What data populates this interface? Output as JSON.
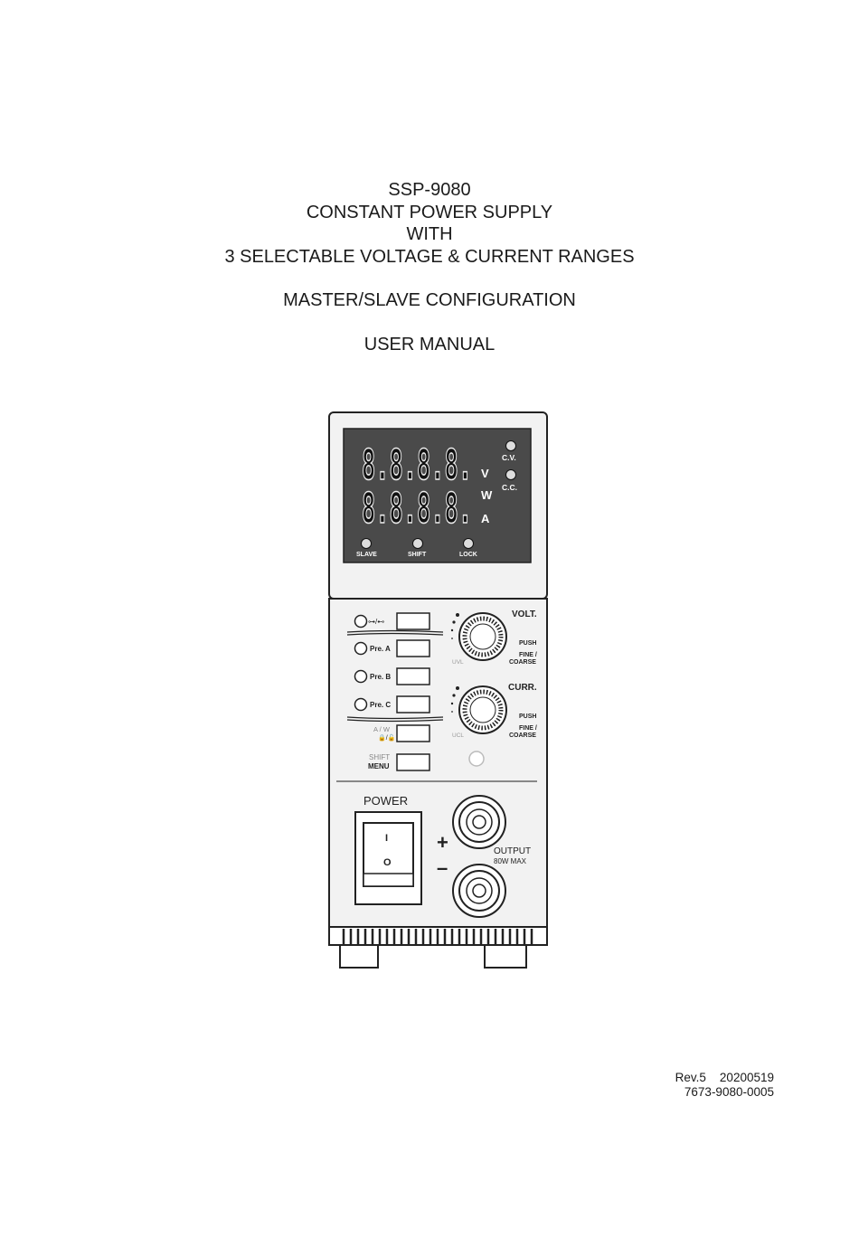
{
  "title": {
    "model": "SSP-9080",
    "line2": "CONSTANT POWER SUPPLY",
    "line3": "WITH",
    "line4": "3 SELECTABLE VOLTAGE & CURRENT RANGES",
    "line5": "MASTER/SLAVE CONFIGURATION",
    "line6": "USER MANUAL"
  },
  "device": {
    "display": {
      "digits_top": "8.8.8.8.",
      "digits_bottom": "8.8.8.8.",
      "unit_v": "V",
      "unit_w": "W",
      "unit_a": "A",
      "led_cv": "C.V.",
      "led_cc": "C.C.",
      "led_slave": "SLAVE",
      "led_shift": "SHIFT",
      "led_lock": "LOCK"
    },
    "buttons": {
      "pre_a": "Pre. A",
      "pre_b": "Pre. B",
      "pre_c": "Pre. C",
      "aw_top": "A / W",
      "shift": "SHIFT",
      "menu": "MENU"
    },
    "knobs": {
      "volt": "VOLT.",
      "curr": "CURR.",
      "push": "PUSH",
      "fine": "FINE /",
      "coarse": "COARSE",
      "uvl": "UVL",
      "ucl": "UCL"
    },
    "power_label": "POWER",
    "switch_on": "I",
    "switch_off": "O",
    "output_label": "OUTPUT",
    "output_max": "80W MAX",
    "plus": "+",
    "minus": "–"
  },
  "footer": {
    "rev": "Rev.5    20200519",
    "part": "7673-9080-0005"
  }
}
